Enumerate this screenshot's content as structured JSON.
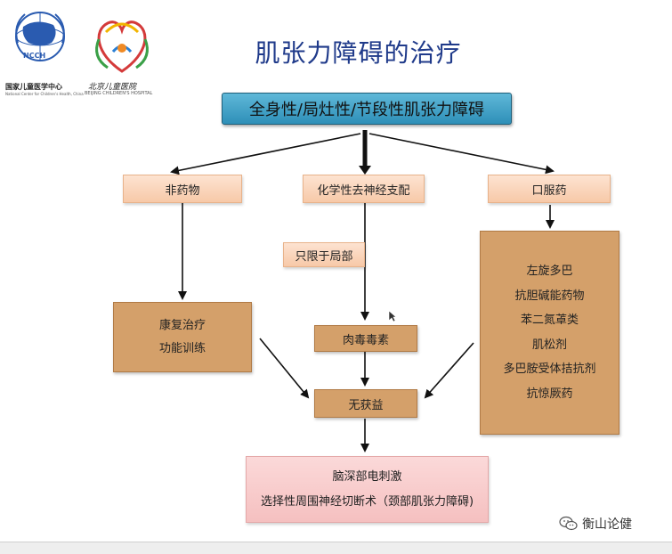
{
  "title": "肌张力障碍的治疗",
  "logos": {
    "left": {
      "name": "国家儿童医学中心",
      "sub": "National Center for Children's Health, China",
      "emblem": "NCCH"
    },
    "right": {
      "name": "北京儿童医院",
      "sub": "BEIJING CHILDREN'S HOSPITAL"
    }
  },
  "diagram": {
    "root": "全身性/局灶性/节段性肌张力障碍",
    "branches": {
      "non_drug": "非药物",
      "chemical": "化学性去神经支配",
      "oral": "口服药"
    },
    "note": "只限于局部",
    "rehab": [
      "康复治疗",
      "功能训练"
    ],
    "botox": "肉毒毒素",
    "oral_drugs": [
      "左旋多巴",
      "抗胆碱能药物",
      "苯二氮䓬类",
      "肌松剂",
      "多巴胺受体拮抗剂",
      "抗惊厥药"
    ],
    "no_benefit": "无获益",
    "surgery": [
      "脑深部电刺激",
      "选择性周围神经切断术（颈部肌张力障碍)"
    ]
  },
  "watermark": "衡山论健",
  "colors": {
    "title": "#1f3a8a",
    "root_box": "#3aa0c8",
    "peach_box": "#fbd6bd",
    "tan_box": "#d4a06a",
    "pink_box": "#f8cccc"
  }
}
